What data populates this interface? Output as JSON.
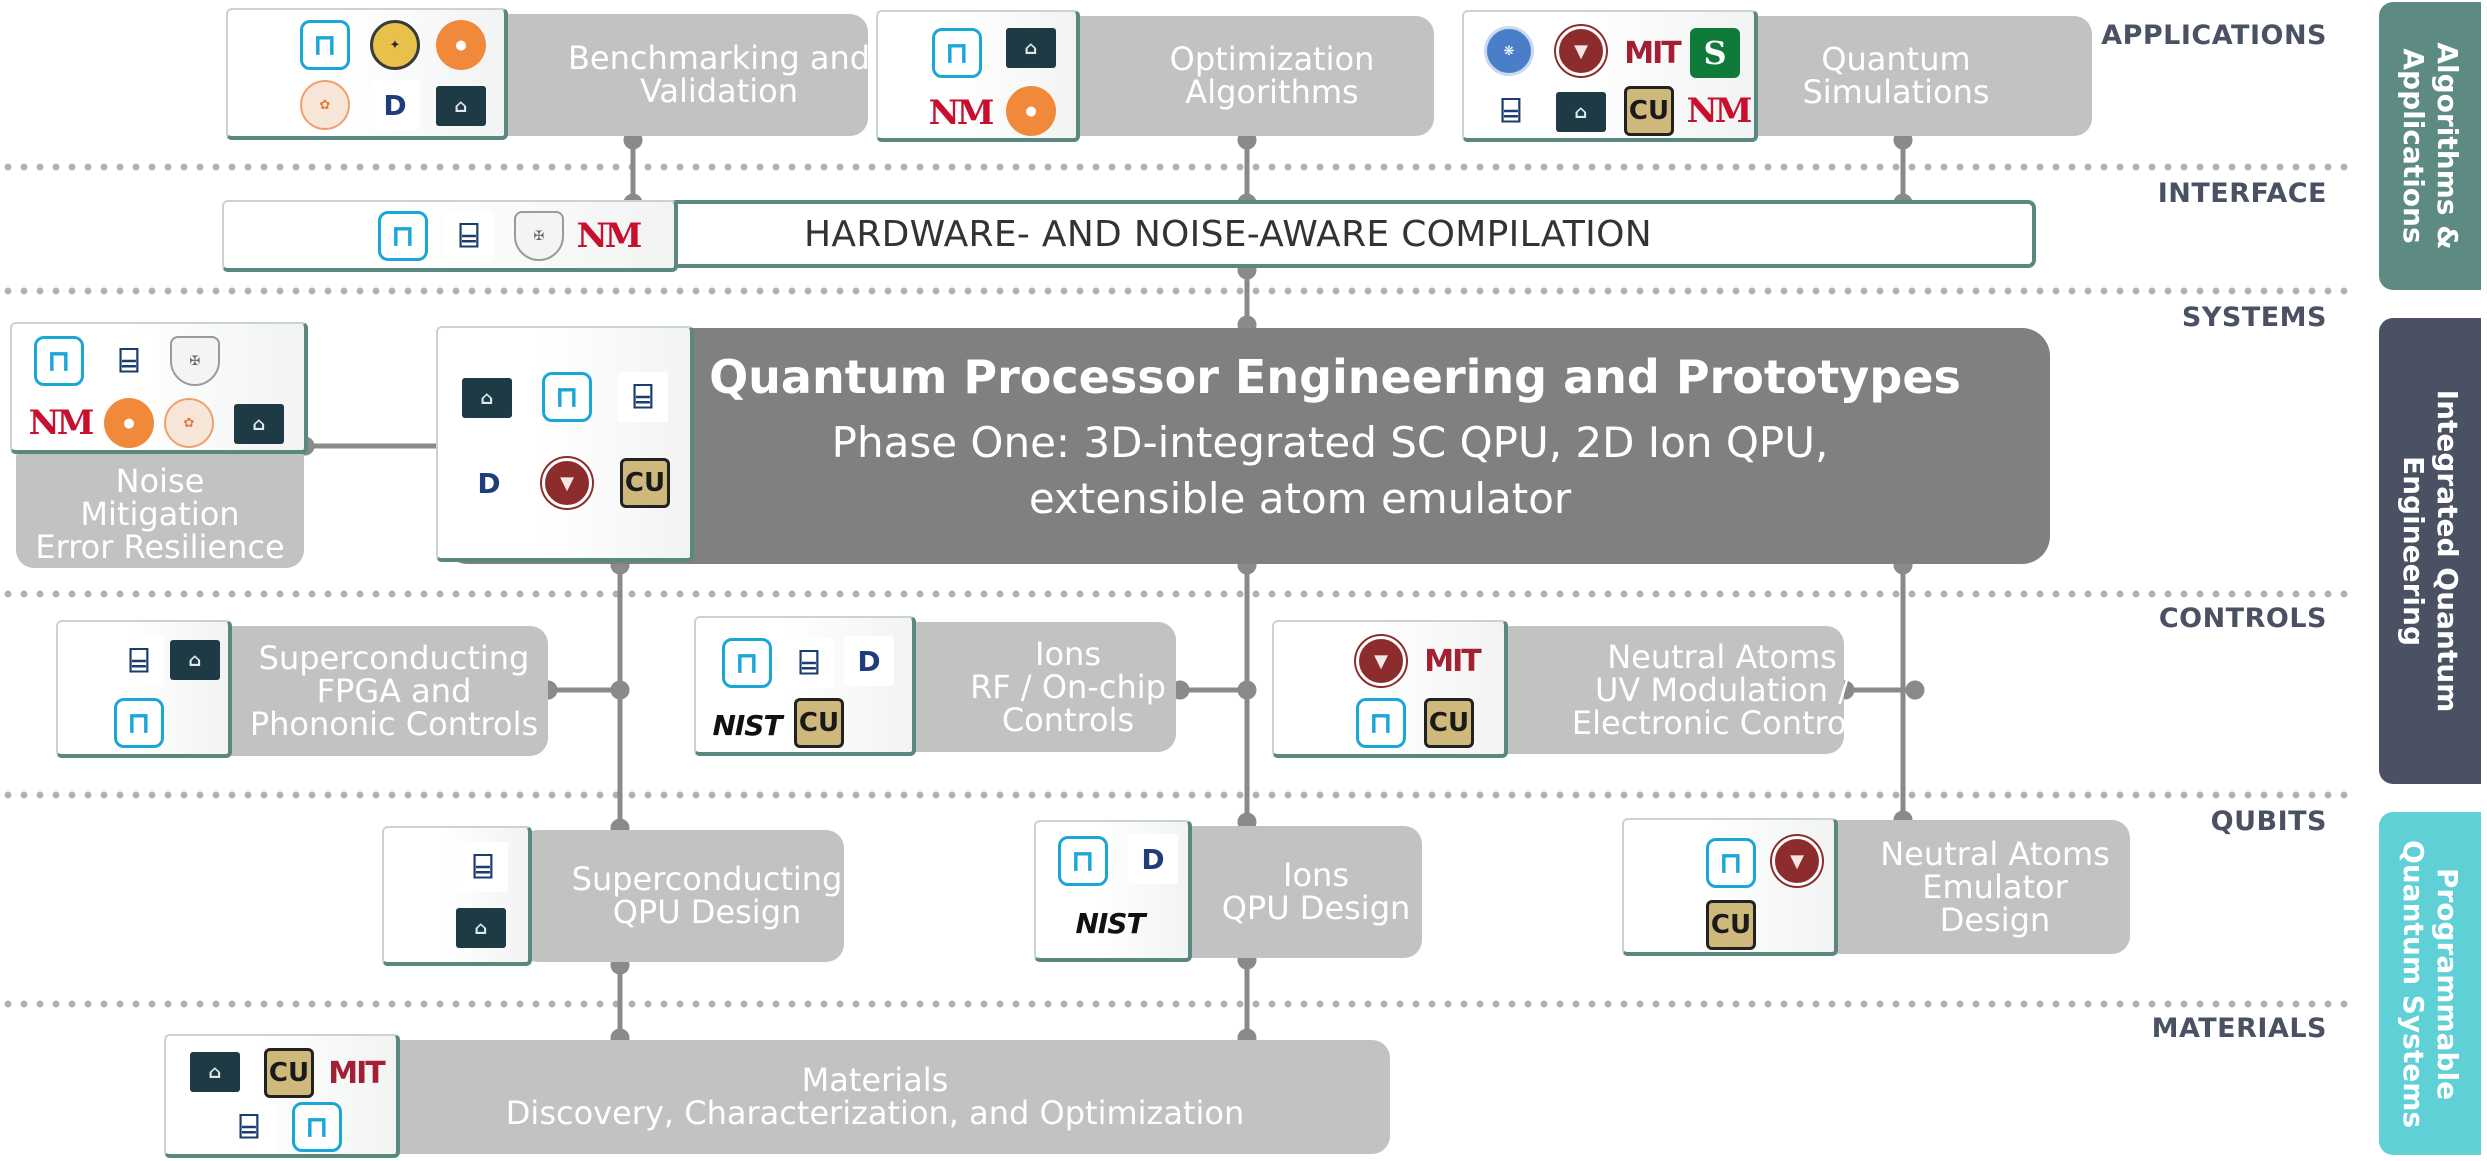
{
  "layers": {
    "applications": "APPLICATIONS",
    "interface": "INTERFACE",
    "systems": "SYSTEMS",
    "controls": "CONTROLS",
    "qubits": "QUBITS",
    "materials": "MATERIALS"
  },
  "side_tabs": {
    "top": "Algorithms &\nApplications",
    "middle": "Integrated Quantum\nEngineering",
    "bottom": "Programmable\nQuantum Systems",
    "colors": {
      "top": "#5d8b83",
      "middle": "#4a5163",
      "bottom": "#5fd0d6"
    }
  },
  "applications": {
    "benchmarking": [
      "Benchmarking and",
      "Validation"
    ],
    "optimization": [
      "Optimization",
      "Algorithms"
    ],
    "simulations": [
      "Quantum",
      "Simulations"
    ]
  },
  "interface": {
    "compilation": "HARDWARE- AND NOISE-AWARE COMPILATION"
  },
  "systems": {
    "title": "Quantum Processor Engineering and Prototypes",
    "subtitle": [
      "Phase One: 3D-integrated SC QPU, 2D Ion QPU,",
      "extensible atom emulator"
    ],
    "noise": [
      "Noise",
      "Mitigation",
      "Error Resilience"
    ]
  },
  "controls": {
    "superconducting": [
      "Superconducting",
      "FPGA and",
      "Phononic Controls"
    ],
    "ions": [
      "Ions",
      "RF / On-chip",
      "Controls"
    ],
    "neutral": [
      "Neutral Atoms",
      "UV Modulation /",
      "Electronic Controls"
    ]
  },
  "qubits": {
    "superconducting": [
      "Superconducting",
      "QPU Design"
    ],
    "ions": [
      "Ions",
      "QPU Design"
    ],
    "neutral": [
      "Neutral Atoms",
      "Emulator",
      "Design"
    ]
  },
  "materials": {
    "box": [
      "Materials",
      "Discovery, Characterization, and Optimization"
    ]
  },
  "logo_text": {
    "mit": "MIT",
    "nm": "NM",
    "nist": "NIST",
    "cu": "CU",
    "stanford": "S"
  },
  "colors": {
    "gray_box": "#c2c2c2",
    "main_box": "#808080",
    "connector": "#8a8a8a",
    "logo_border": "#5a8780"
  }
}
